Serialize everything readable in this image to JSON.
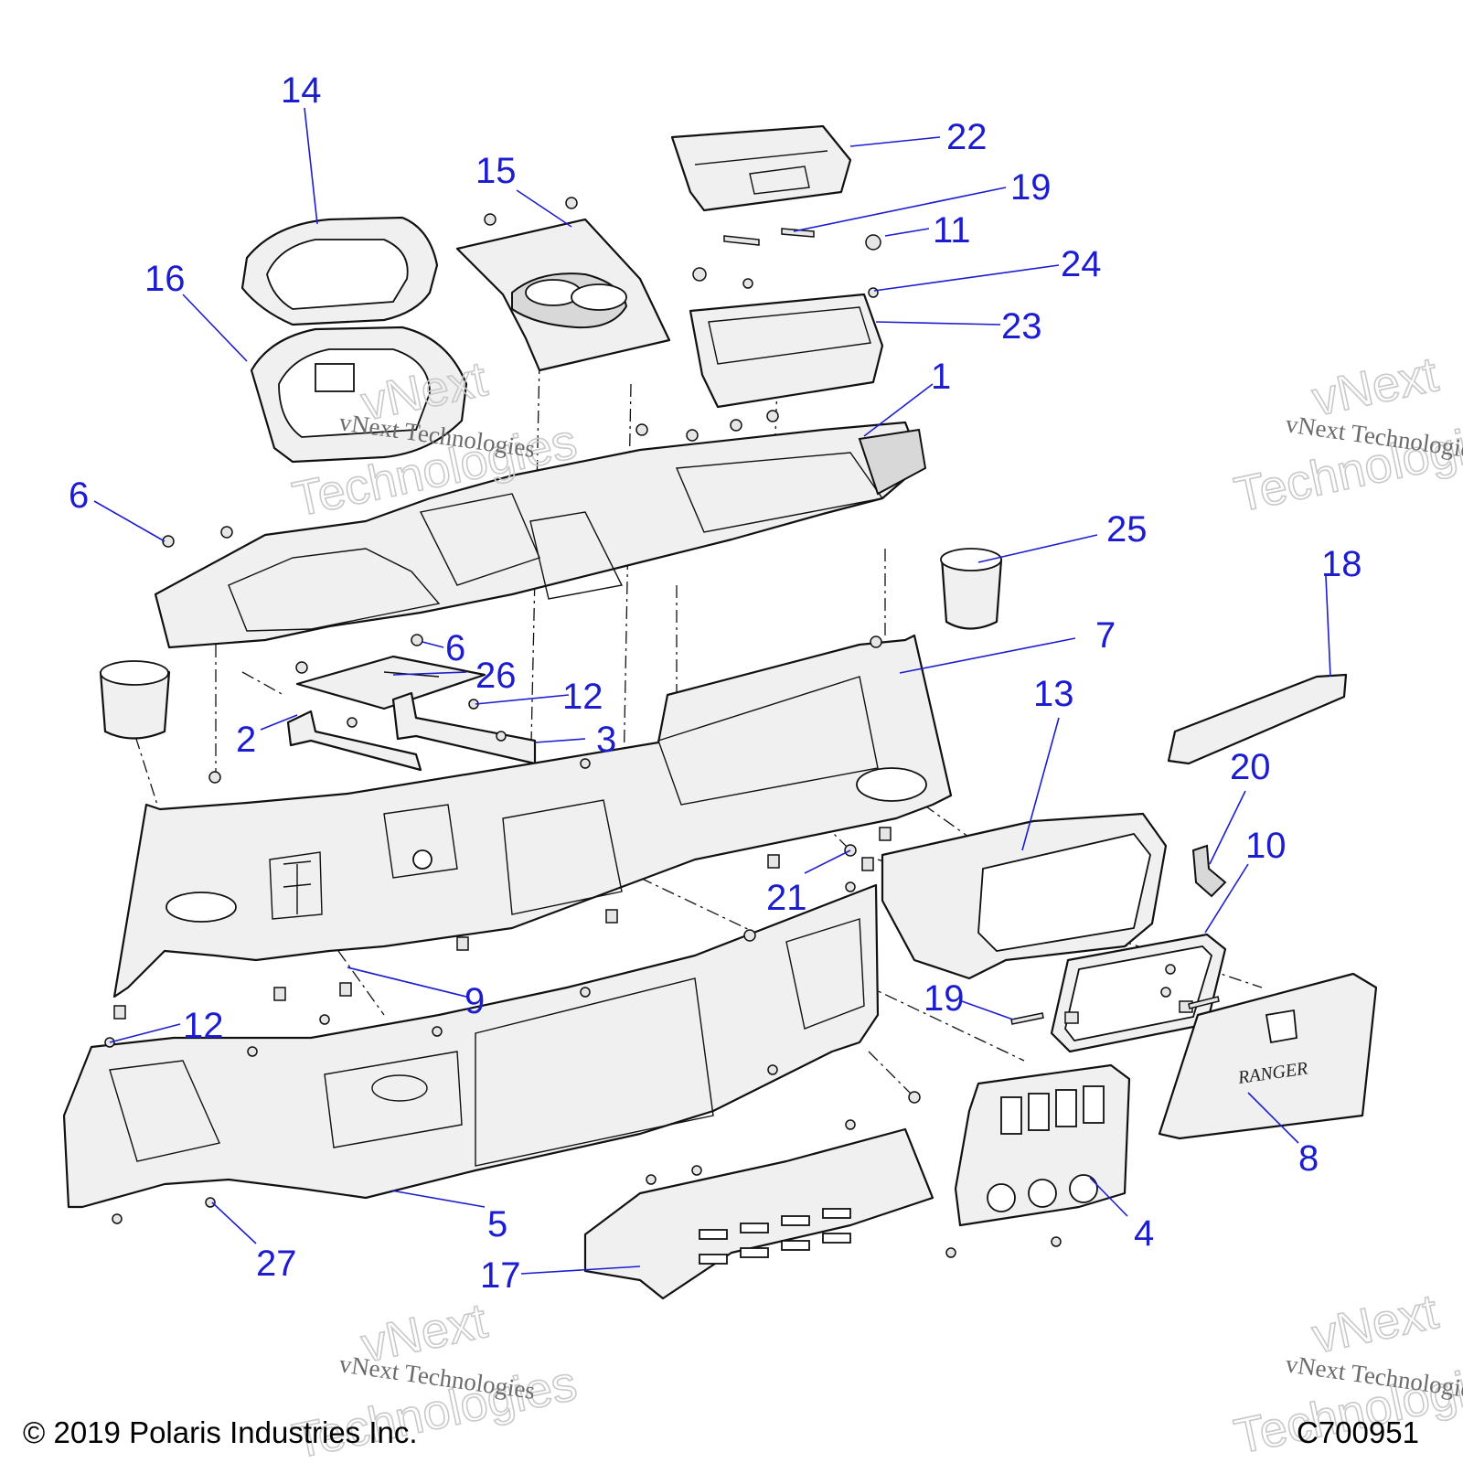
{
  "diagram": {
    "callouts": [
      "1",
      "2",
      "3",
      "4",
      "5",
      "6",
      "6",
      "7",
      "8",
      "9",
      "10",
      "11",
      "12",
      "12",
      "13",
      "14",
      "15",
      "16",
      "17",
      "18",
      "19",
      "19",
      "20",
      "21",
      "22",
      "23",
      "24",
      "25",
      "26",
      "27"
    ],
    "watermark": {
      "big": [
        "vNext",
        "Technologies"
      ],
      "small": "vNext Technologies"
    },
    "emblem_text": "RANGER"
  },
  "footer": {
    "copyright": "© 2019 Polaris Industries Inc.",
    "code": "C700951"
  }
}
